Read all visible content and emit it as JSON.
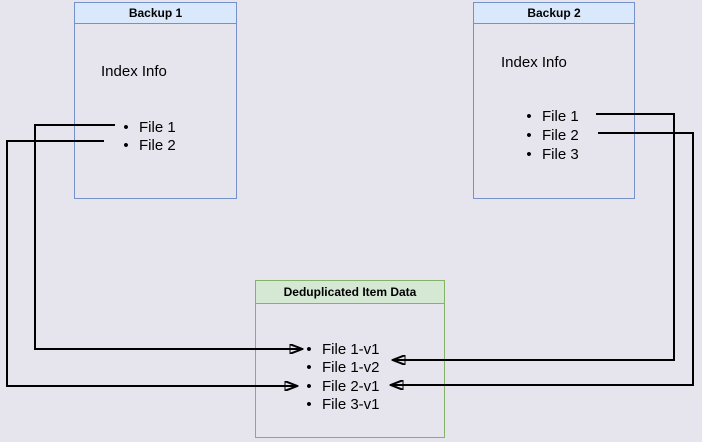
{
  "diagram_type": "backup-deduplication",
  "colors": {
    "background": "#e6e5ee",
    "backup_header_fill": "#dae8fc",
    "backup_border": "#7492c8",
    "dedup_header_fill": "#d5e8d4",
    "dedup_border": "#82b366",
    "arrow": "#000000",
    "text": "#000000"
  },
  "boxes": {
    "backup1": {
      "title": "Backup 1",
      "subtitle": "Index Info",
      "items": [
        "File 1",
        "File 2"
      ]
    },
    "backup2": {
      "title": "Backup 2",
      "subtitle": "Index Info",
      "items": [
        "File 1",
        "File 2",
        "File 3"
      ]
    },
    "dedup": {
      "title": "Deduplicated Item Data",
      "items": [
        "File 1-v1",
        "File 1-v2",
        "File 2-v1",
        "File 3-v1"
      ]
    }
  },
  "bullet": "•",
  "edges": [
    {
      "from": "Backup 1 / File 1",
      "to": "Deduplicated Item Data / File 1-v1"
    },
    {
      "from": "Backup 1 / File 2",
      "to": "Deduplicated Item Data / File 2-v1"
    },
    {
      "from": "Backup 2 / File 1",
      "to": "Deduplicated Item Data / File 1-v2"
    },
    {
      "from": "Backup 2 / File 2",
      "to": "Deduplicated Item Data / File 2-v1"
    }
  ]
}
